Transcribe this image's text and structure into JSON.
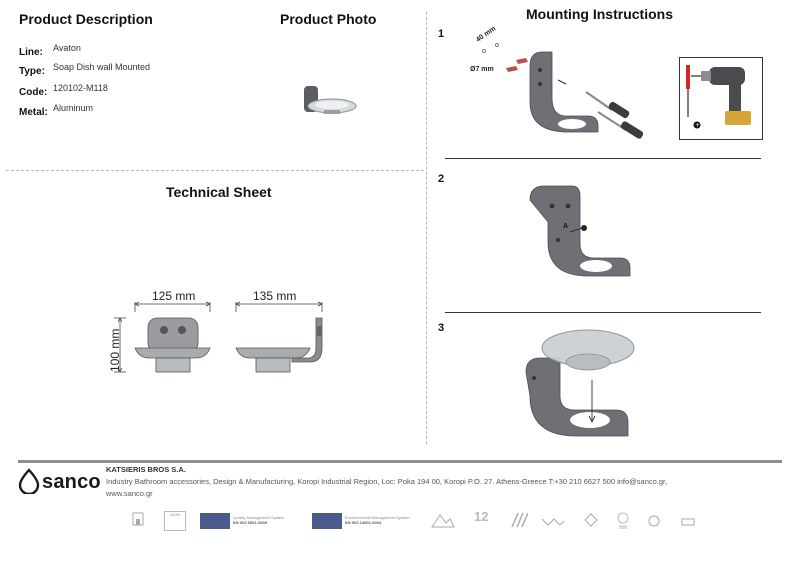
{
  "product": {
    "heading": "Product Description",
    "rows": [
      {
        "label": "Line:",
        "value": "Avaton"
      },
      {
        "label": "Type:",
        "value": "Soap Dish wall Mounted"
      },
      {
        "label": "Code:",
        "value": "120102-M118"
      },
      {
        "label": "Metal:",
        "value": "Aluminum"
      }
    ]
  },
  "photo": {
    "heading": "Product Photo"
  },
  "technical": {
    "heading": "Technical Sheet",
    "width_front": "125 mm",
    "width_side": "135 mm",
    "height": "100 mm"
  },
  "mounting": {
    "heading": "Mounting Instructions",
    "steps": [
      "1",
      "2",
      "3"
    ],
    "dim_spacing": "40 mm",
    "dim_hole": "Ø7 mm",
    "callout": "A"
  },
  "footer": {
    "logo": "sanco",
    "company": "KATSIERIS BROS S.A.",
    "line1": "Industry Bathroom accessories, Design & Manufacturing, Koropi Industrial Region, Loc: Poka 194 00, Koropi P.O. 27. Athens-Greece   T:+30 210 6627 500 info@sanco.gr,",
    "line2": "www.sanco.gr",
    "badges": [
      "100%",
      "Quality Management System",
      "EN ISO 9001:2008",
      "Environmental Management System",
      "EN ISO 14001:2004",
      "12"
    ]
  },
  "colors": {
    "metal": "#6e7075",
    "metal_dark": "#4d4f54",
    "glass": "#c9cfd3",
    "rule": "#333333",
    "footer_bar": "#8e8e8e"
  }
}
